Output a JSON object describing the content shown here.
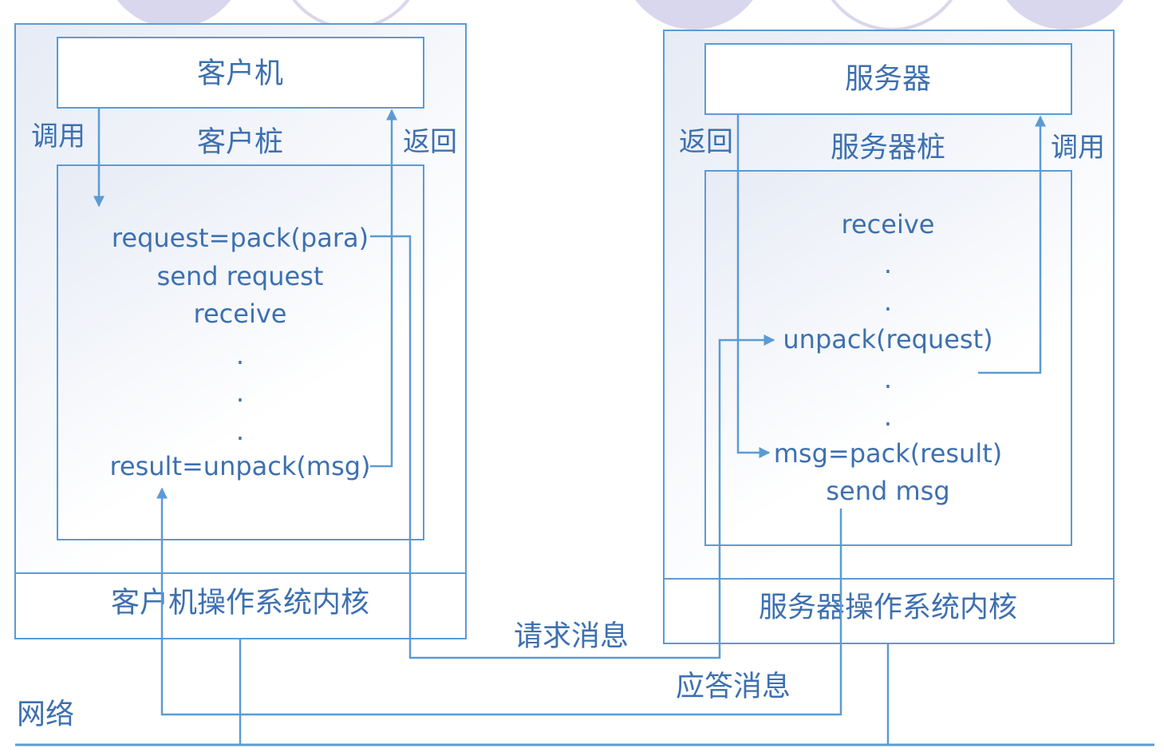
{
  "colors": {
    "line": "#5b9bd5",
    "text": "#3d70b0",
    "circle": "#d8d7ee",
    "panel_top": "#e6ebf5",
    "panel_bottom": "#ffffff"
  },
  "client": {
    "title": "客户机",
    "stub_label": "客户桩",
    "call_label": "调用",
    "return_label": "返回",
    "code_lines": [
      "request=pack(para)",
      "send request",
      "receive",
      ".",
      ".",
      "."
    ],
    "result_line": "result=unpack(msg)",
    "kernel_label": "客户机操作系统内核"
  },
  "server": {
    "title": "服务器",
    "stub_label": "服务器桩",
    "call_label": "调用",
    "return_label": "返回",
    "code_lines": [
      "receive",
      ".",
      "."
    ],
    "unpack_line": "unpack(request)",
    "dots_after_unpack": [
      ".",
      "."
    ],
    "pack_line": "msg=pack(result)",
    "send_line": "send msg",
    "kernel_label": "服务器操作系统内核"
  },
  "messages": {
    "request": "请求消息",
    "response": "应答消息"
  },
  "network_label": "网络"
}
